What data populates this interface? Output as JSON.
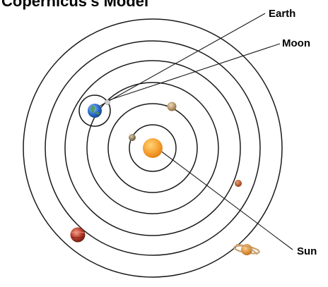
{
  "diagram": {
    "title": "Copernicus's Model",
    "labels": {
      "earth": "Earth",
      "moon": "Moon",
      "sun": "Sun"
    }
  },
  "colors": {
    "sun": "#f7a030",
    "earth": "#2d6fd1",
    "mercury": "#7a6a4a",
    "venus": "#b28a55",
    "mars": "#b54a22",
    "jupiter": "#b83a2a",
    "saturn": "#e0922e"
  }
}
